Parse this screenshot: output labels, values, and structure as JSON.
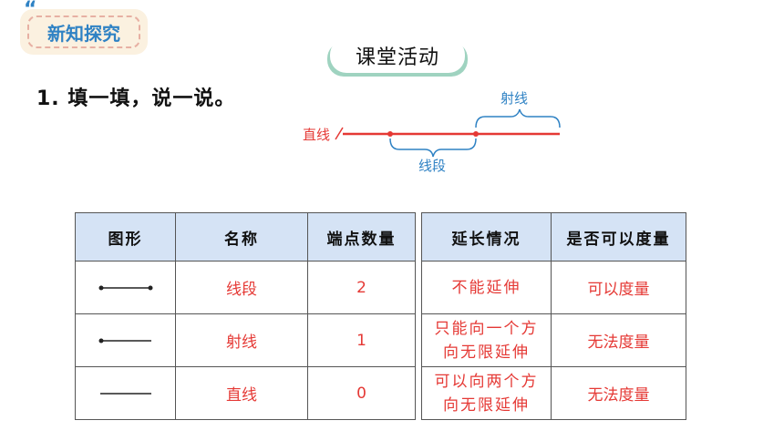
{
  "badge": {
    "label": "新知探究"
  },
  "section_title": "课堂活动",
  "question": "1. 填一填，说一说。",
  "diagram": {
    "line_label": "直线",
    "ray_label": "射线",
    "segment_label": "线段"
  },
  "colors": {
    "accent_blue": "#2f82c4",
    "answer_red": "#e53935",
    "header_bg": "#d5e3f5"
  },
  "table_left": {
    "headers": [
      "图形",
      "名称",
      "端点数量"
    ],
    "rows": [
      {
        "figure": "segment",
        "name": "线段",
        "endpoints": "2"
      },
      {
        "figure": "ray",
        "name": "射线",
        "endpoints": "1"
      },
      {
        "figure": "line",
        "name": "直线",
        "endpoints": "0"
      }
    ]
  },
  "table_right": {
    "headers": [
      "延长情况",
      "是否可以度量"
    ],
    "rows": [
      {
        "extension": [
          "不能延伸"
        ],
        "measurable": "可以度量"
      },
      {
        "extension": [
          "只能向一个方",
          "向无限延伸"
        ],
        "measurable": "无法度量"
      },
      {
        "extension": [
          "可以向两个方",
          "向无限延伸"
        ],
        "measurable": "无法度量"
      }
    ]
  }
}
